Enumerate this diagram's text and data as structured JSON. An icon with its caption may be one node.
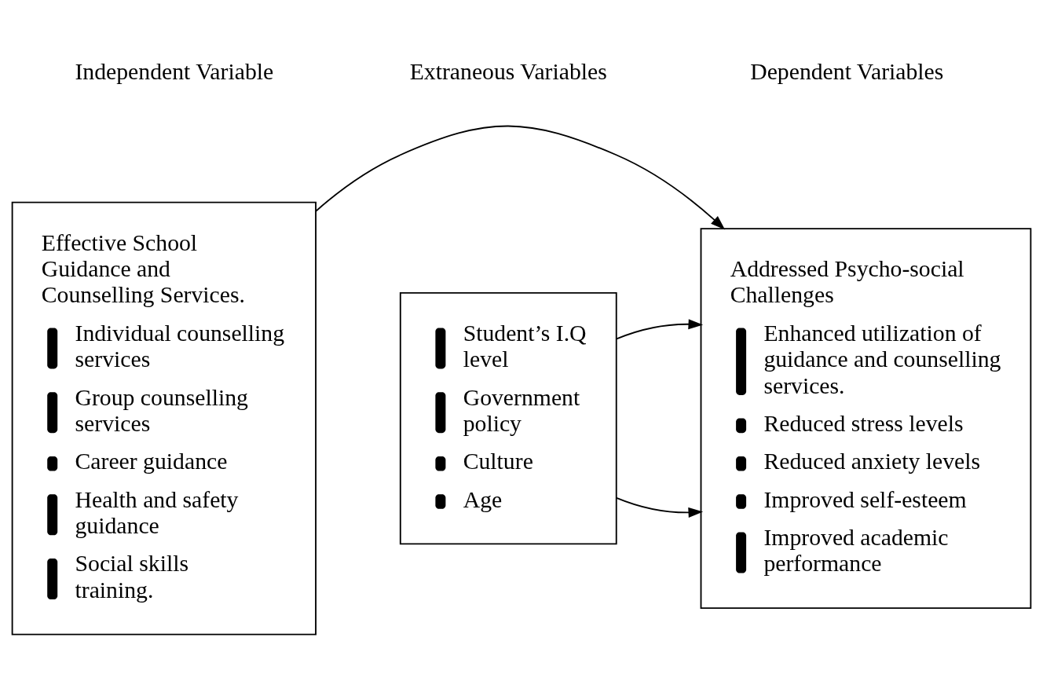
{
  "diagram": {
    "nodes": [
      {
        "text": [
          "Effective School Guidance and Counselling Services.",
          "Individual counselling services",
          "Group counselling services",
          "Career guidance",
          "Health and safety guidance",
          "Social skills training."
        ]
      },
      {
        "text": [
          "Student’s I.Q level",
          "Government policy",
          "Culture",
          "Age"
        ]
      },
      {
        "text": [
          "Addressed Psycho-social Challenges",
          "Enhanced utilization of guidance and counselling services.",
          "Reduced stress levels",
          "Reduced anxiety levels",
          "Improved self-esteem",
          "Improved academic performance"
        ]
      }
    ],
    "edges": [
      {
        "from": 0,
        "to": 2,
        "arrow": "to"
      },
      {
        "from": 1,
        "to": 2,
        "arrow": "to"
      },
      {
        "from": 1,
        "to": 2,
        "arrow": "to"
      }
    ],
    "labels": [
      "Independent Variable",
      "Extraneous Variables",
      "Dependent Variables"
    ]
  }
}
